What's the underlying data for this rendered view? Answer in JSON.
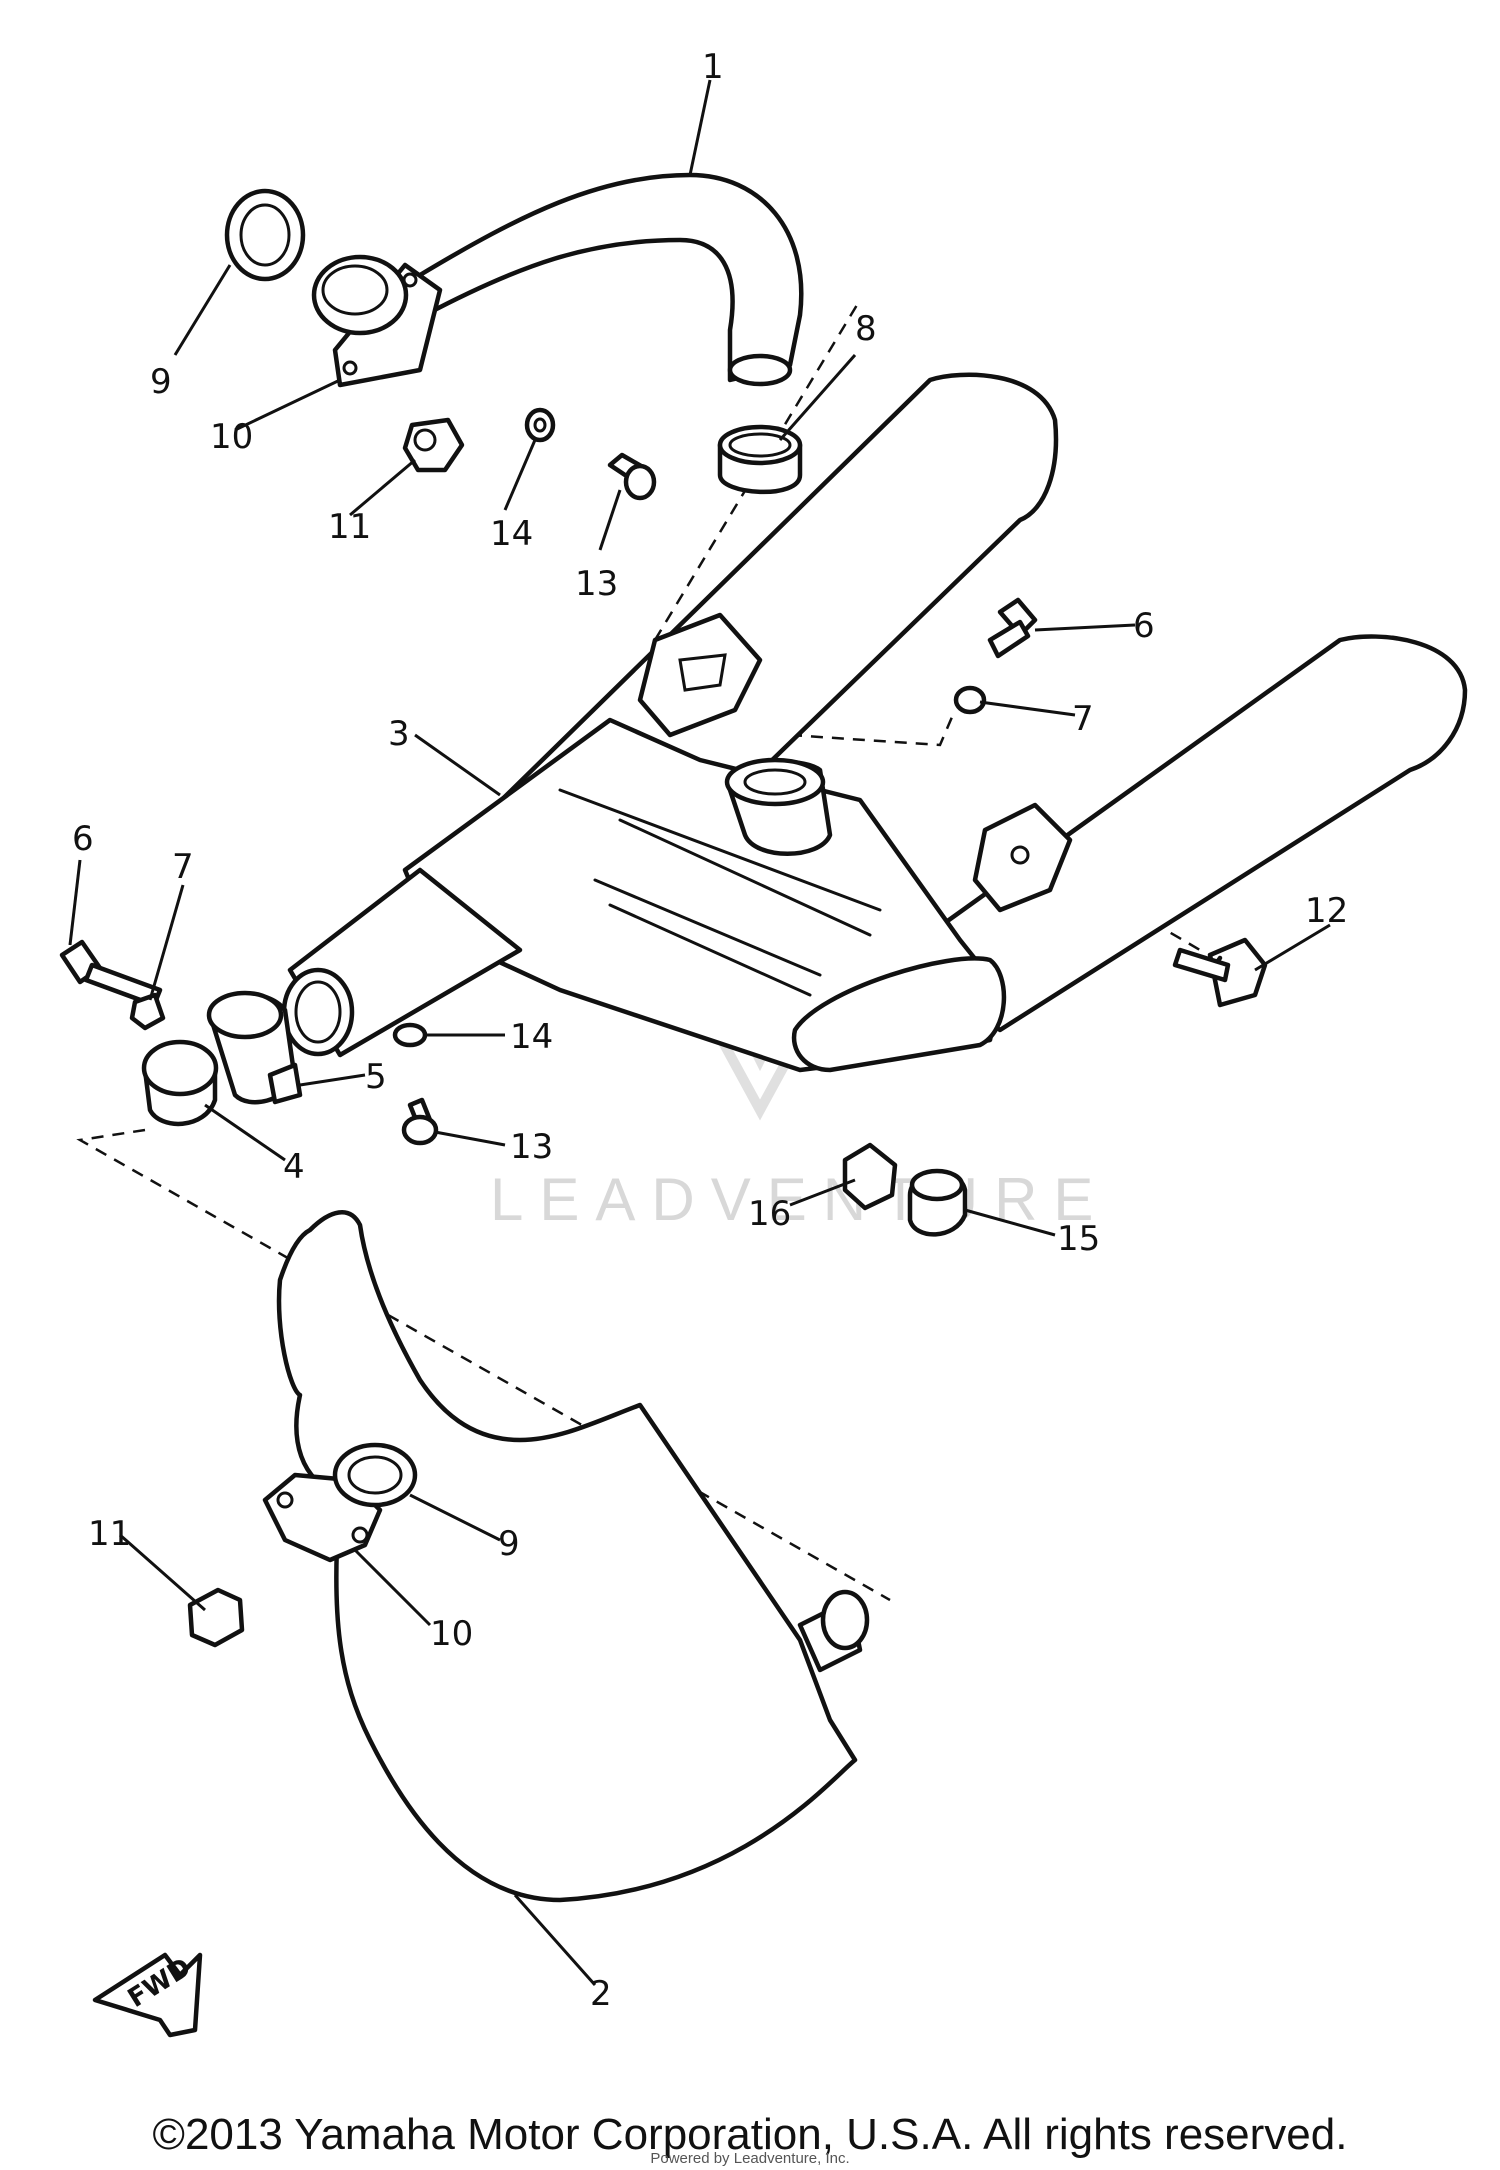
{
  "diagram": {
    "callouts": {
      "c1": "1",
      "c2": "2",
      "c3": "3",
      "c4": "4",
      "c5": "5",
      "c6a": "6",
      "c6b": "6",
      "c7a": "7",
      "c7b": "7",
      "c8": "8",
      "c9a": "9",
      "c9b": "9",
      "c10a": "10",
      "c10b": "10",
      "c11a": "11",
      "c11b": "11",
      "c12": "12",
      "c13a": "13",
      "c13b": "13",
      "c14a": "14",
      "c14b": "14",
      "c15": "15",
      "c16": "16"
    },
    "fwd_label": "FWD",
    "watermark": "LEADVENTURE"
  },
  "footer": {
    "copyright": "©2013 Yamaha Motor Corporation, U.S.A. All rights reserved.",
    "powered": "Powered by Leadventure, Inc."
  },
  "colors": {
    "line": "#111111",
    "watermark": "#d8d8d8",
    "background": "#ffffff"
  }
}
